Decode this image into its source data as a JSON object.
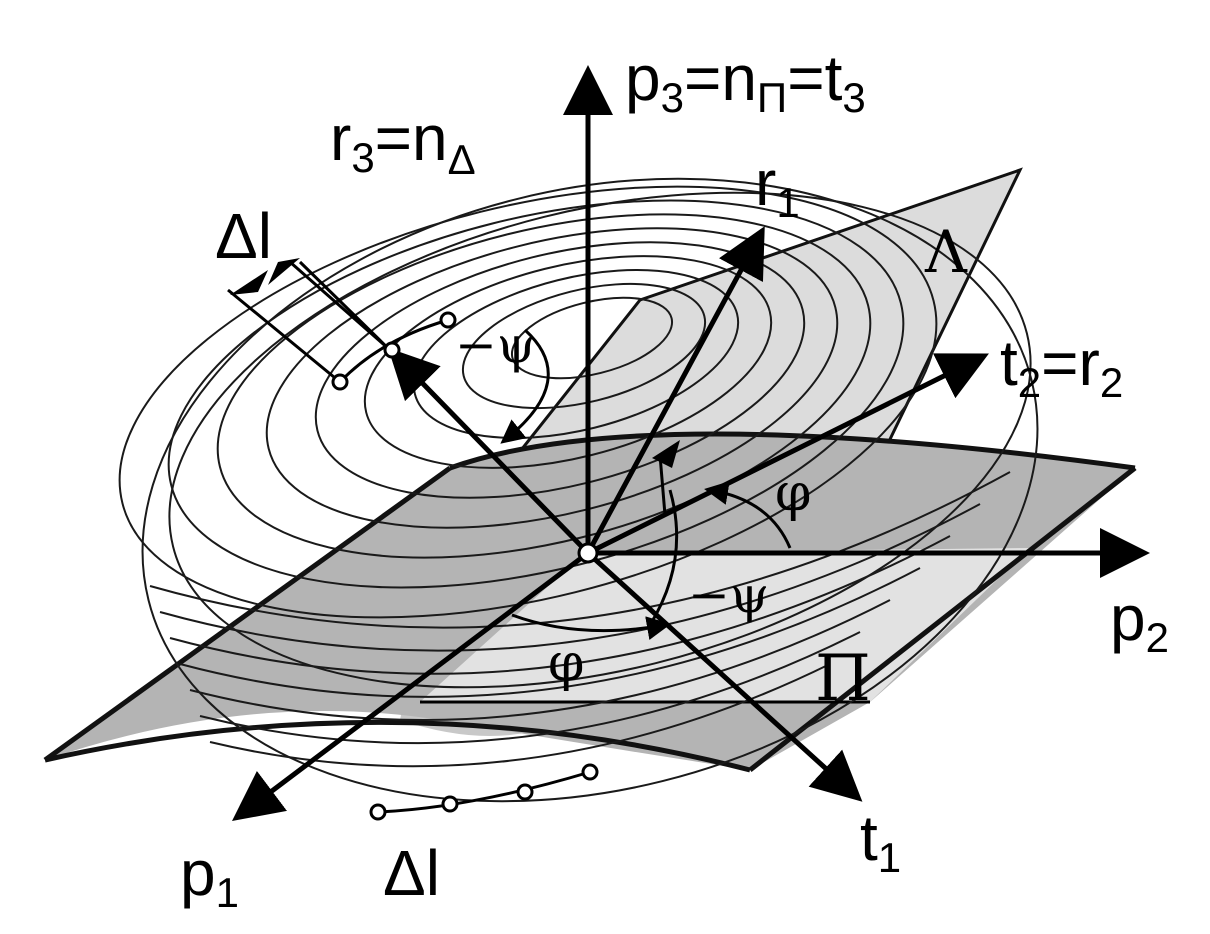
{
  "labels": {
    "p3_axis": "p",
    "p3_axis_sub": "3",
    "p3_eq1": "=n",
    "p3_eq1_sub": "Π",
    "p3_eq2": "=t",
    "p3_eq2_sub": "3",
    "r3_axis": "r",
    "r3_axis_sub": "3",
    "r3_eq": "=n",
    "r3_eq_sub": "Δ",
    "r1_axis": "r",
    "r1_axis_sub": "1",
    "t2_axis": "t",
    "t2_axis_sub": "2",
    "t2_eq": "=r",
    "t2_eq_sub": "2",
    "p2_axis": "p",
    "p2_axis_sub": "2",
    "p1_axis": "p",
    "p1_axis_sub": "1",
    "t1_axis": "t",
    "t1_axis_sub": "1",
    "delta_l_top": "Δl",
    "delta_l_bottom": "Δl",
    "minus_psi_top": "−ψ",
    "minus_psi_bottom": "−ψ",
    "phi_right": "φ",
    "phi_bottom": "φ",
    "pi_plane": "Π",
    "lambda_plane": "Λ"
  },
  "colors": {
    "plane_dark": "#b4b4b4",
    "plane_light": "#dcdcdc",
    "line": "#000000",
    "background": "#ffffff"
  }
}
